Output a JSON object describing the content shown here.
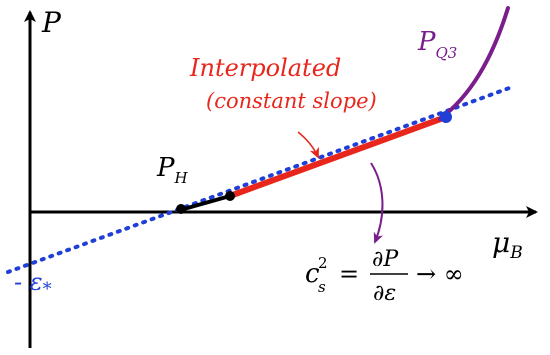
{
  "labels": {
    "y_axis": "P",
    "x_axis_main": "μ",
    "x_axis_sub": "B",
    "hadron_main": "P",
    "hadron_sub": "H",
    "quark_main": "P",
    "quark_sub": "Q3",
    "interp_line1": "Interpolated",
    "interp_line2": "(constant slope)",
    "eps_prefix": "- ",
    "eps_main": "ε",
    "eps_sub": "*",
    "cs2_c": "c",
    "cs2_sub": "s",
    "cs2_sup": "2",
    "cs2_eq": "=",
    "cs2_num": "∂P",
    "cs2_den": "∂ε",
    "cs2_arrow": "→ ∞"
  },
  "colors": {
    "axis": "#000000",
    "interpolated": "#e8261c",
    "quark": "#7a1e8c",
    "dotted": "#1f3fd6",
    "hadron": "#000000",
    "arrow_red": "#e8261c",
    "arrow_purple": "#7a1e8c"
  }
}
